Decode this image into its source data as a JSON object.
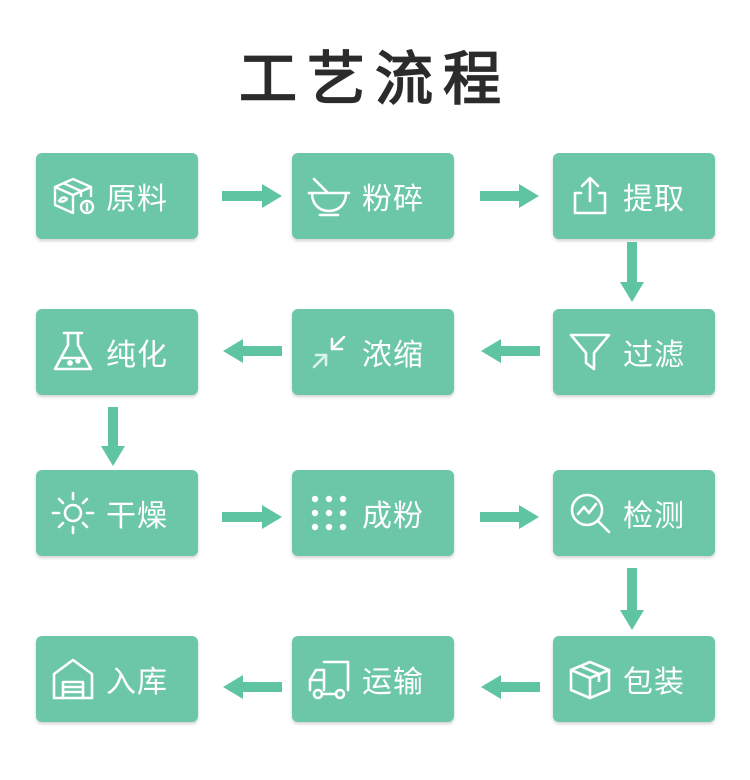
{
  "title": "工艺流程",
  "colors": {
    "box": "#6cc6a8",
    "arrow": "#5fc4a2",
    "text": "#ffffff",
    "title": "#2b2b2b"
  },
  "steps": [
    {
      "label": "原料",
      "icon": "raw-material-box-icon"
    },
    {
      "label": "粉碎",
      "icon": "mortar-bowl-icon"
    },
    {
      "label": "提取",
      "icon": "upload-tray-icon"
    },
    {
      "label": "过滤",
      "icon": "funnel-filter-icon"
    },
    {
      "label": "浓缩",
      "icon": "compress-arrows-icon"
    },
    {
      "label": "纯化",
      "icon": "flask-icon"
    },
    {
      "label": "干燥",
      "icon": "sun-icon"
    },
    {
      "label": "成粉",
      "icon": "dots-grid-icon"
    },
    {
      "label": "检测",
      "icon": "magnifier-chart-icon"
    },
    {
      "label": "包装",
      "icon": "package-box-icon"
    },
    {
      "label": "运输",
      "icon": "delivery-truck-icon"
    },
    {
      "label": "入库",
      "icon": "warehouse-icon"
    }
  ]
}
